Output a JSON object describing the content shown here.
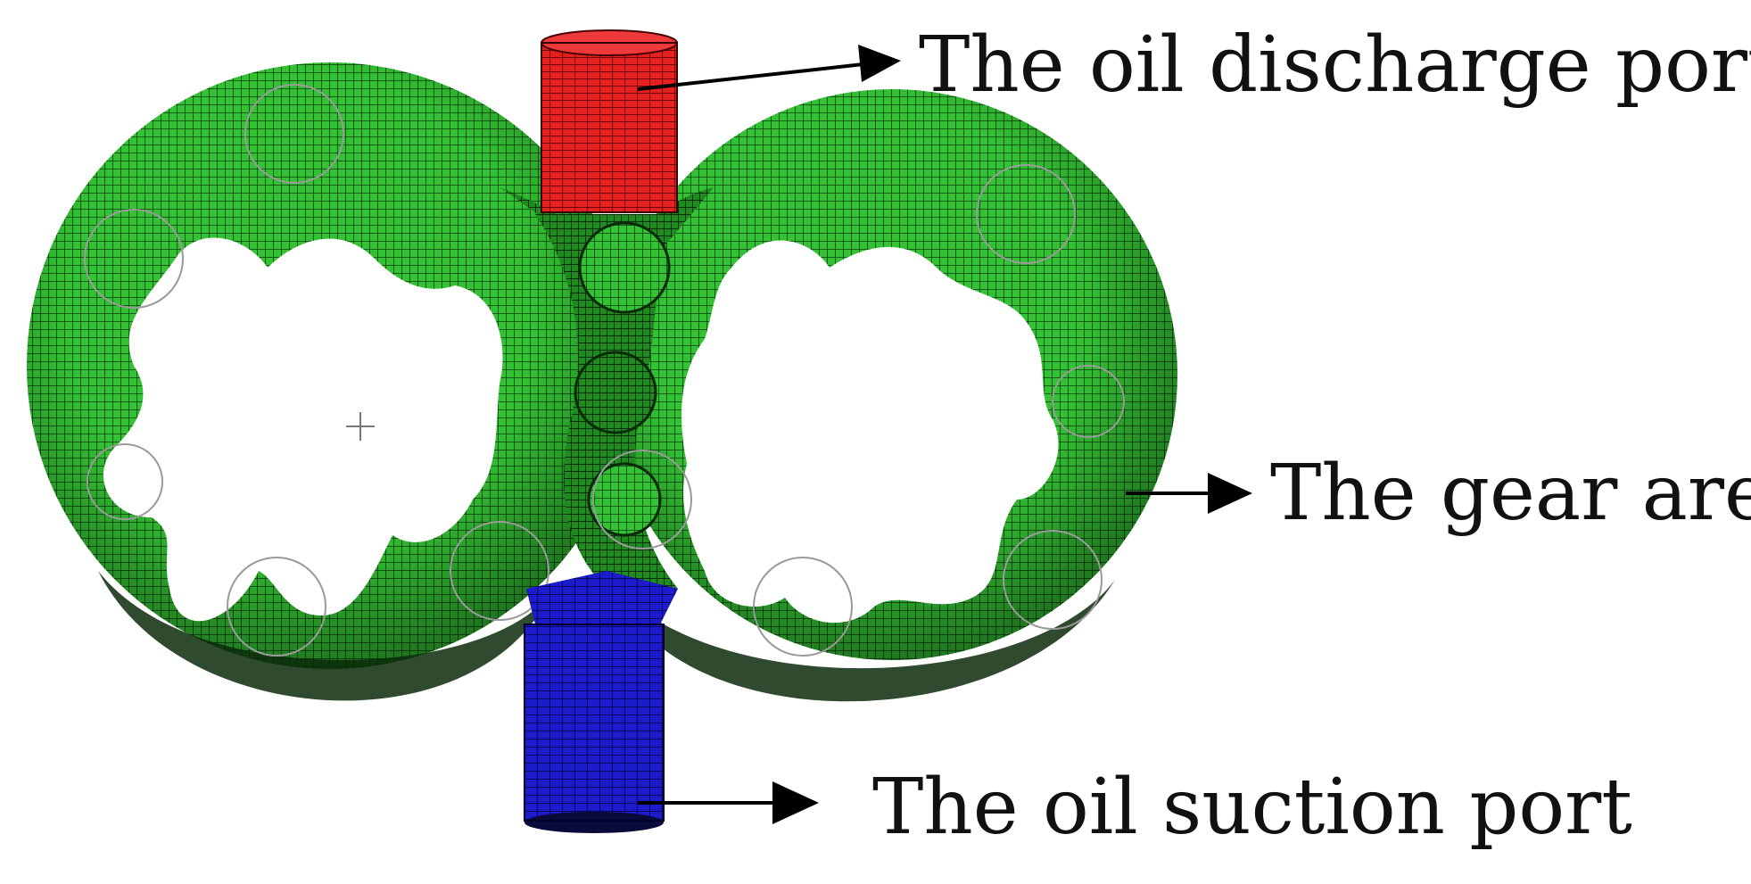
{
  "labels": {
    "discharge": "The oil discharge port",
    "gear": "The gear area",
    "suction": "The oil suction port"
  },
  "colors": {
    "gear_mesh": "#2fbf2f",
    "gear_mesh_dark": "#0a3a0a",
    "discharge_port": "#e01818",
    "suction_port": "#1a1ad0",
    "arrow": "#000000"
  },
  "icons": {
    "left_gear": "gear-mesh-icon",
    "right_gear": "gear-mesh-icon",
    "center_mark": "crosshair-icon"
  }
}
